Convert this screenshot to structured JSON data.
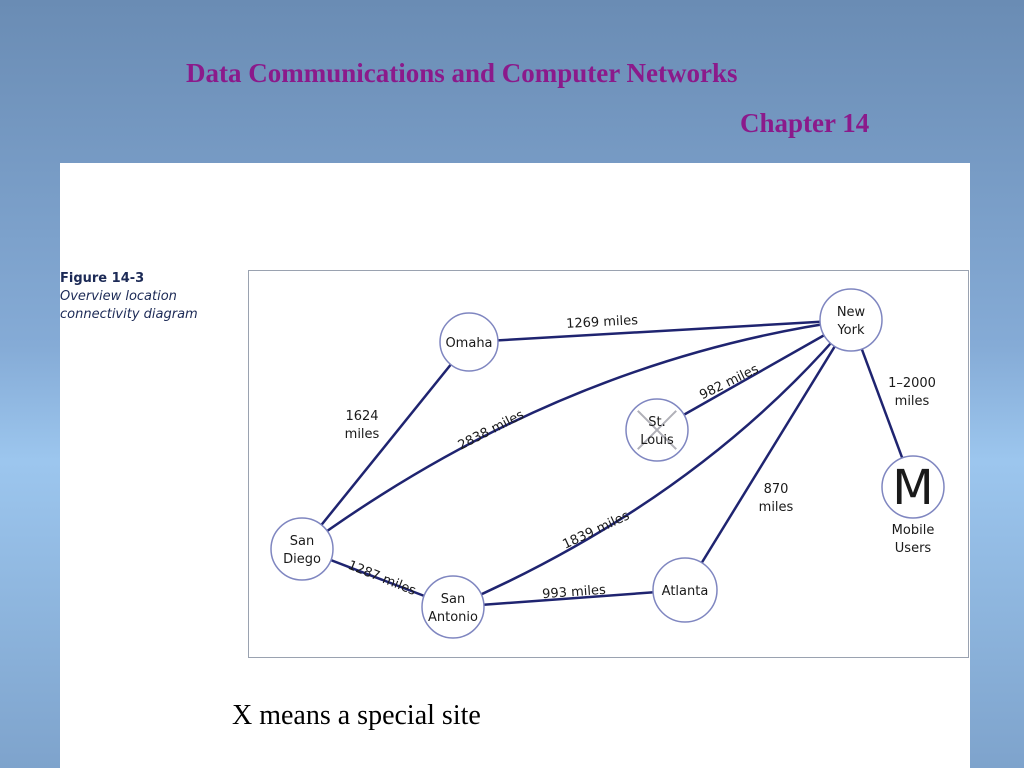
{
  "slide": {
    "title": "Data Communications and Computer Networks",
    "subtitle": "Chapter 14",
    "footnote": "X means a special site"
  },
  "figure": {
    "number": "Figure 14-3",
    "description": "Overview location connectivity diagram"
  },
  "diagram": {
    "nodes": {
      "omaha": {
        "label": [
          "Omaha"
        ]
      },
      "new_york": {
        "label": [
          "New",
          "York"
        ]
      },
      "st_louis": {
        "label": [
          "St.",
          "Louis"
        ],
        "special": true
      },
      "san_diego": {
        "label": [
          "San",
          "Diego"
        ]
      },
      "san_antonio": {
        "label": [
          "San",
          "Antonio"
        ]
      },
      "atlanta": {
        "label": [
          "Atlanta"
        ]
      },
      "mobile": {
        "symbol": "M",
        "label": [
          "Mobile",
          "Users"
        ]
      }
    },
    "links": [
      {
        "from": "omaha",
        "to": "new_york",
        "label": [
          "1269 miles"
        ]
      },
      {
        "from": "san_diego",
        "to": "omaha",
        "label": [
          "1624",
          "miles"
        ]
      },
      {
        "from": "san_diego",
        "to": "new_york",
        "label": [
          "2838 miles"
        ]
      },
      {
        "from": "st_louis",
        "to": "new_york",
        "label": [
          "982 miles"
        ]
      },
      {
        "from": "san_antonio",
        "to": "new_york",
        "label": [
          "1839 miles"
        ]
      },
      {
        "from": "atlanta",
        "to": "new_york",
        "label": [
          "870",
          "miles"
        ]
      },
      {
        "from": "new_york",
        "to": "mobile",
        "label": [
          "1–2000",
          "miles"
        ]
      },
      {
        "from": "san_diego",
        "to": "san_antonio",
        "label": [
          "1287 miles"
        ]
      },
      {
        "from": "san_antonio",
        "to": "atlanta",
        "label": [
          "993 miles"
        ]
      }
    ]
  },
  "colors": {
    "title": "#8b1a8b",
    "link": "#1f2470",
    "node_stroke": "#7f86c0",
    "caption": "#1c2a56"
  }
}
